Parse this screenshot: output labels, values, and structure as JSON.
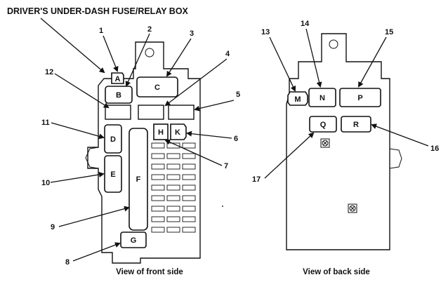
{
  "title": "DRIVER'S UNDER-DASH FUSE/RELAY BOX",
  "front": {
    "caption": "View of front side",
    "relays": {
      "A": "A",
      "B": "B",
      "C": "C",
      "D": "D",
      "E": "E",
      "F": "F",
      "G": "G",
      "H": "H",
      "K": "K"
    },
    "callouts": [
      "1",
      "2",
      "3",
      "4",
      "5",
      "6",
      "7",
      "8",
      "9",
      "10",
      "11",
      "12"
    ]
  },
  "back": {
    "caption": "View of back side",
    "relays": {
      "M": "M",
      "N": "N",
      "P": "P",
      "Q": "Q",
      "R": "R"
    },
    "callouts": [
      "13",
      "14",
      "15",
      "16",
      "17"
    ]
  }
}
